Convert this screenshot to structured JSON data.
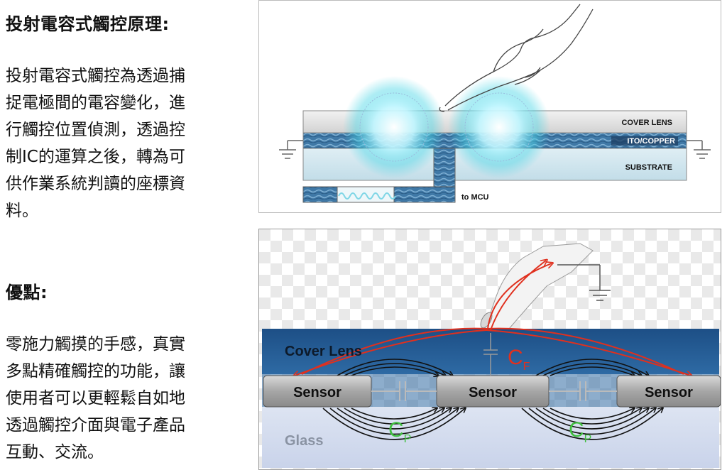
{
  "left": {
    "title1": "投射電容式觸控原理:",
    "para1": [
      "投射電容式觸控為透過捕",
      "捉電極間的電容變化，進",
      "行觸控位置偵測，透過控",
      "制IC的運算之後，轉為可",
      "供作業系統判讀的座標資",
      "料。"
    ],
    "title2": "優點:",
    "para2": [
      "零施力觸摸的手感，真實",
      "多點精確觸控的功能，讓",
      "使用者可以更輕鬆自如地",
      "透過觸控介面與電子產品",
      "互動、交流。"
    ]
  },
  "figure1": {
    "layer_cover": "COVER LENS",
    "layer_ito": "ITO/COPPER",
    "layer_substrate": "SUBSTRATE",
    "mcu_label": "to MCU"
  },
  "figure2": {
    "cover_label": "Cover Lens",
    "glass_label": "Glass",
    "sensor_left": "Sensor",
    "sensor_mid": "Sensor",
    "sensor_right": "Sensor",
    "cf_letter": "C",
    "cf_sub": "F",
    "cp_letter": "C",
    "cp_sub": "P",
    "colors": {
      "cover_lens": "#1d4f86",
      "field_red": "#e0301e",
      "cap_green": "#3fbf3f"
    }
  }
}
